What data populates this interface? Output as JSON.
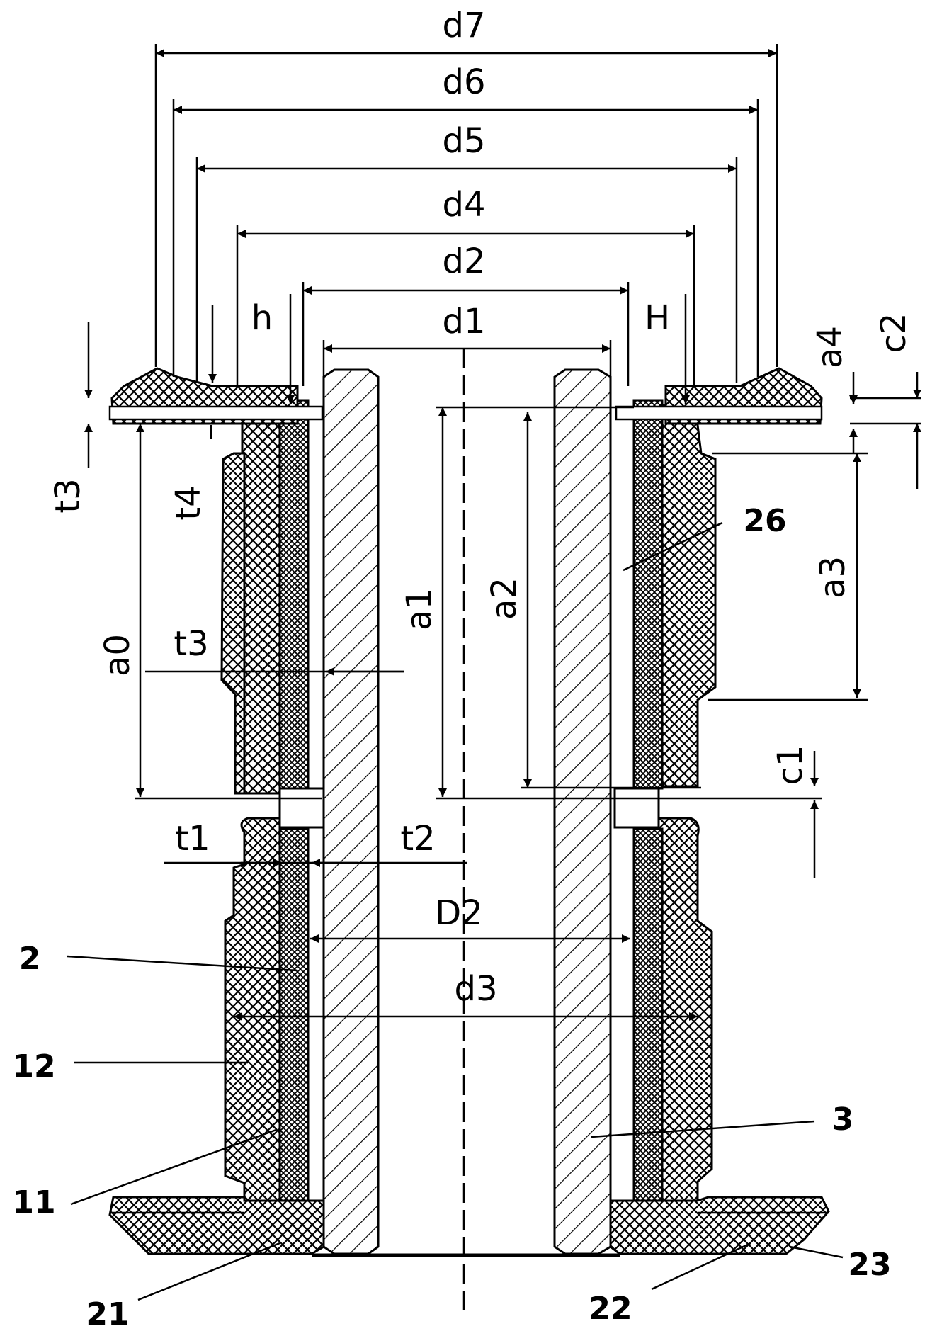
{
  "labels": {
    "dims": {
      "d7": "d7",
      "d6": "d6",
      "d5": "d5",
      "d4": "d4",
      "d2": "d2",
      "d1": "d1",
      "h": "h",
      "H": "H",
      "a4": "a4",
      "c2": "c2",
      "t3_top": "t3",
      "t4": "t4",
      "a0": "a0",
      "t3_mid": "t3",
      "a1": "a1",
      "a2": "a2",
      "a3": "a3",
      "c1": "c1",
      "t1": "t1",
      "t2": "t2",
      "D2": "D2",
      "d3": "d3"
    },
    "parts": {
      "p26": "26",
      "p2": "2",
      "p12": "12",
      "p11": "11",
      "p3": "3",
      "p21": "21",
      "p22": "22",
      "p23": "23"
    }
  },
  "colors": {
    "ink": "#000000",
    "background": "#ffffff"
  }
}
